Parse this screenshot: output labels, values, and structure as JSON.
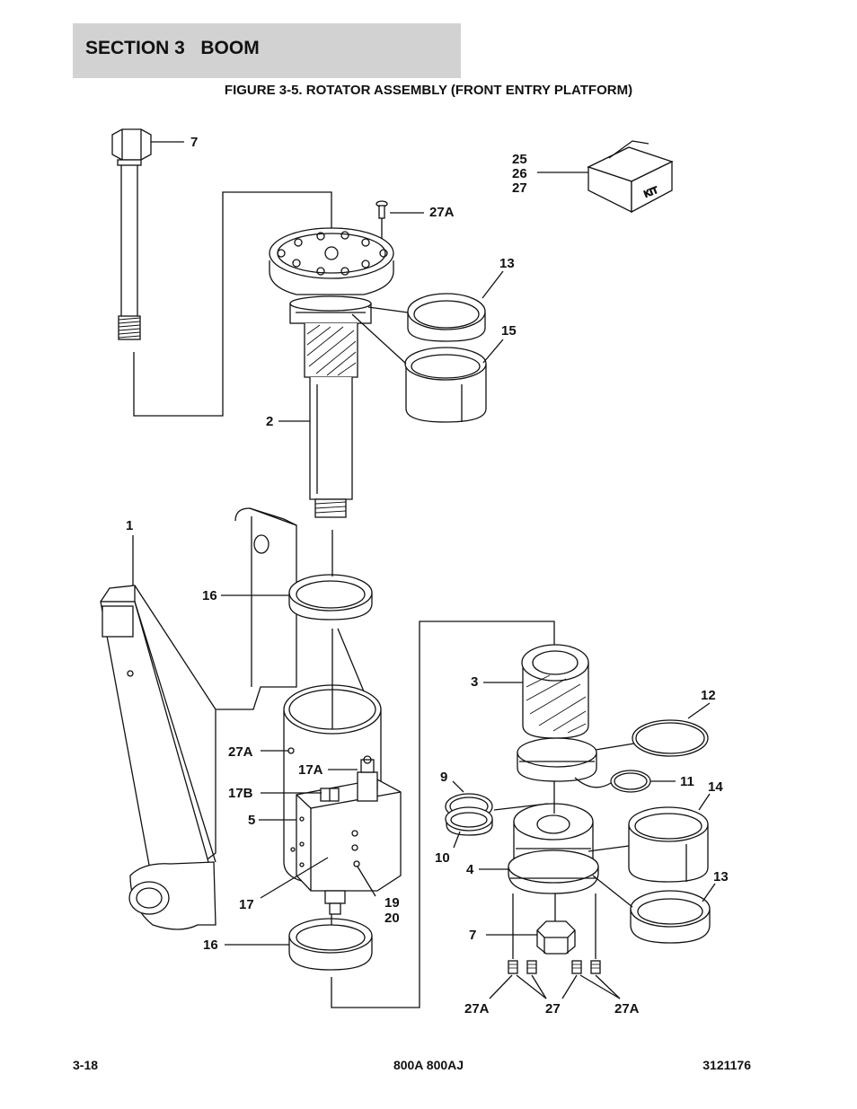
{
  "header": {
    "section": "SECTION 3",
    "title": "BOOM"
  },
  "figure_title": "FIGURE 3-5. ROTATOR ASSEMBLY (FRONT ENTRY PLATFORM)",
  "kit_text": "KIT",
  "callouts": {
    "c7_top": "7",
    "c25": "25",
    "c26": "26",
    "c27_kit": "27",
    "c27a_top": "27A",
    "c13_top": "13",
    "c15": "15",
    "c2": "2",
    "c1": "1",
    "c16_top": "16",
    "c3": "3",
    "c12": "12",
    "c27a_mid": "27A",
    "c17a": "17A",
    "c17b": "17B",
    "c5": "5",
    "c9": "9",
    "c11": "11",
    "c14": "14",
    "c10": "10",
    "c4": "4",
    "c13_bottom": "13",
    "c17": "17",
    "c19": "19",
    "c20": "20",
    "c16_bottom": "16",
    "c7_bottom": "7",
    "c27a_bl": "27A",
    "c27_bottom": "27",
    "c27a_br": "27A"
  },
  "footer": {
    "page": "3-18",
    "model": "800A 800AJ",
    "doc_number": "3121176"
  }
}
